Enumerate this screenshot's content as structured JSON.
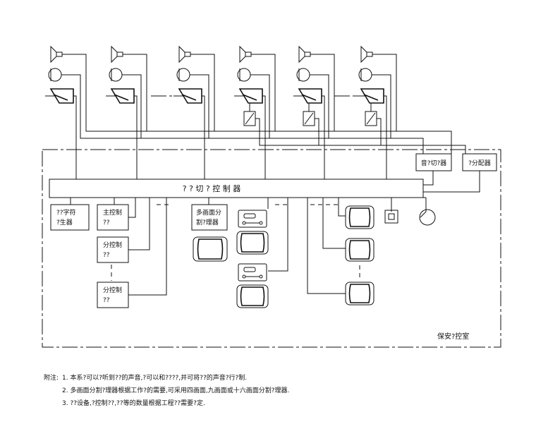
{
  "diagram": {
    "bus_label": "? ? 切 ? 控 制 器",
    "audio_switch_label": "音?切?器",
    "distributor_label": "?分配器",
    "char_generator_label": [
      "??字符",
      "?生器"
    ],
    "main_keyboard_label": [
      "主控制",
      "??"
    ],
    "sub_keyboard_1_label": [
      "分控制",
      "??"
    ],
    "sub_keyboard_2_label": [
      "分控制",
      "??"
    ],
    "multiscreen_label": [
      "多画面分",
      "割?理器"
    ],
    "room_label": "保安?控室"
  },
  "notes": {
    "prefix": "附注:",
    "items": [
      "1.  本系?可以?听到??的声音,?可以和????,并可将??的声音?行?制.",
      "2.  多画面分割?理器根据工作?的需要,可采用四画面,九画面或十六画面分割?理器.",
      "3.  ??设备,?控制??,??等的数量根据工程??需要?定."
    ]
  }
}
